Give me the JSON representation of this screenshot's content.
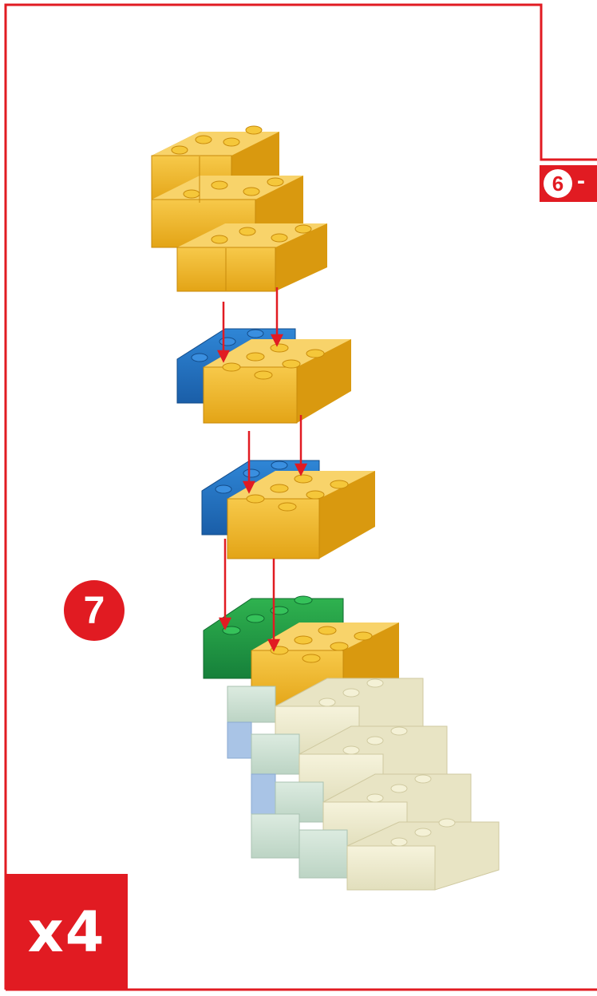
{
  "step": {
    "number": "7"
  },
  "previous_step": {
    "number": "6",
    "separator": "-"
  },
  "quantity": {
    "label": "x4"
  },
  "colors": {
    "accent_red": "#e11b22",
    "yellow": "#f2b21b",
    "blue": "#1e6fbf",
    "green": "#1f9a3d",
    "cream": "#efeccd",
    "mint": "#cfe1d4"
  },
  "icons": [
    "brick-assembly-illustration",
    "arrow-down-icon"
  ]
}
